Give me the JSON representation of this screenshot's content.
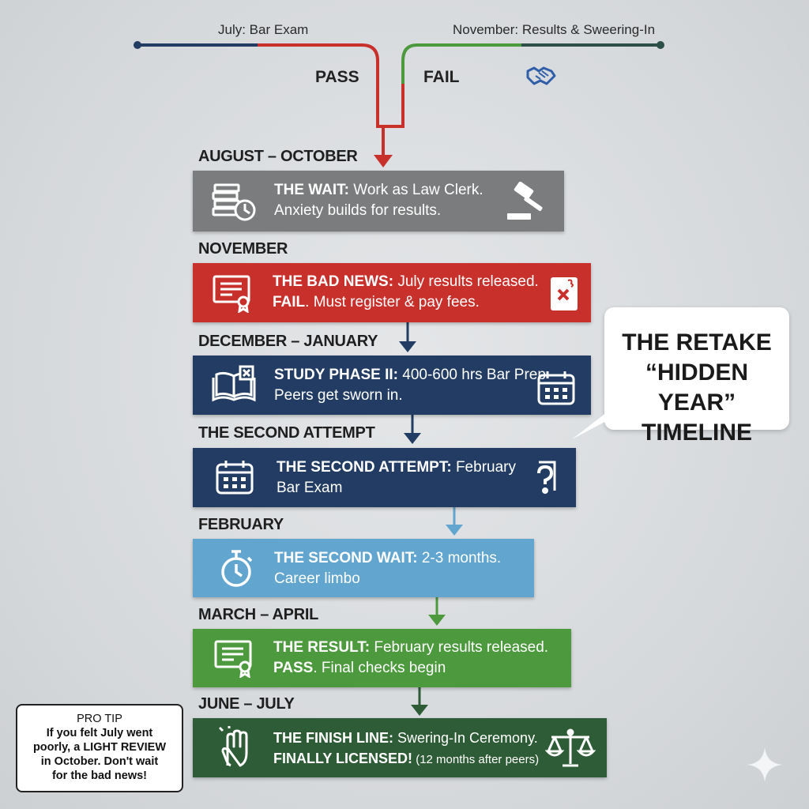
{
  "header": {
    "left_label": "July: Bar Exam",
    "right_label": "November: Results & Sweering-In",
    "pass_label": "PASS",
    "fail_label": "FAIL"
  },
  "phases": [
    {
      "label": "AUGUST – OCTOBER",
      "title": "THE WAIT:",
      "line1_rest": " Work as Law Clerk.",
      "line2_bold": "",
      "line2_rest": "Anxiety builds for results.",
      "color": "#7b7c7d",
      "icon_left": "stacked-papers-clock-icon",
      "icon_right": "gavel-icon"
    },
    {
      "label": "NOVEMBER",
      "title": "THE BAD NEWS:",
      "line1_rest": " July results released.",
      "line2_bold": "FAIL",
      "line2_rest": ". Must register & pay fees.",
      "color": "#c8302c",
      "icon_left": "certificate-icon",
      "icon_right": "failed-document-icon"
    },
    {
      "label": "DECEMBER – JANUARY",
      "title": "STUDY PHASE II:",
      "line1_rest": " 400-600 hrs Bar Prep",
      "line2_bold": "",
      "line2_rest": "Peers get sworn in.",
      "color": "#223c63",
      "icon_left": "broken-book-icon",
      "icon_right": "calendar-icon"
    },
    {
      "label": "THE SECOND ATTEMPT",
      "title": "THE SECOND ATTEMPT:",
      "line1_rest": " February",
      "line2_bold": "",
      "line2_rest": "Bar Exam",
      "color": "#223c63",
      "icon_left": "calendar-icon",
      "icon_right": "question-document-icon"
    },
    {
      "label": "FEBRUARY",
      "title": "THE SECOND WAIT:",
      "line1_rest": " 2-3 months.",
      "line2_bold": "",
      "line2_rest": "Career limbo",
      "color": "#62a6cf",
      "icon_left": "stopwatch-icon",
      "icon_right": ""
    },
    {
      "label": "MARCH – APRIL",
      "title": "THE RESULT:",
      "line1_rest": " February results released.",
      "line2_bold": "PASS",
      "line2_rest": ". Final checks begin",
      "color": "#4d9a3e",
      "icon_left": "certificate-icon",
      "icon_right": ""
    },
    {
      "label": "JUNE – JULY",
      "title": "THE FINISH LINE:",
      "line1_rest": " Swering-In Ceremony.",
      "line2_bold": "FINALLY LICENSED!",
      "line2_rest": " (12 months after peers)",
      "color": "#2e5c36",
      "icon_left": "raised-hand-icon",
      "icon_right": "scales-of-justice-icon"
    }
  ],
  "callout": {
    "line1": "THE RETAKE",
    "line2": "“HIDDEN YEAR”",
    "line3": "TIMELINE"
  },
  "pro_tip": {
    "heading": "PRO TIP",
    "line1": "If you felt July went",
    "line2": "poorly, a LIGHT REVIEW",
    "line3": "in October. Don't wait",
    "line4": "for the bad news!"
  },
  "colors": {
    "red": "#c8302c",
    "navy": "#223c63",
    "green": "#4d9a3e",
    "dark_green": "#2e5c36",
    "light_blue": "#62a6cf",
    "gray": "#7b7c7d"
  }
}
